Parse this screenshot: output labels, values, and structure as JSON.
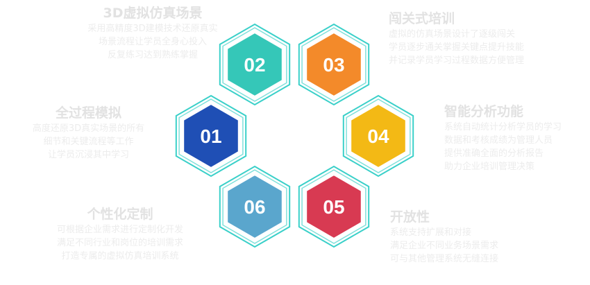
{
  "hexagons": [
    {
      "number": "01",
      "color": "#1f4fb5",
      "ring_color": "#3ad0c9"
    },
    {
      "number": "02",
      "color": "#35c7b8",
      "ring_color": "#3ad0c9"
    },
    {
      "number": "03",
      "color": "#f38a2a",
      "ring_color": "#3ad0c9"
    },
    {
      "number": "04",
      "color": "#f3b915",
      "ring_color": "#3ad0c9"
    },
    {
      "number": "05",
      "color": "#d83a52",
      "ring_color": "#3ad0c9"
    },
    {
      "number": "06",
      "color": "#5aa6cd",
      "ring_color": "#3ad0c9"
    }
  ],
  "blocks": {
    "b01": {
      "title": "全过程模拟",
      "desc": [
        "高度还原3D真实场景的所有",
        "细节和关键流程等工作",
        "让学员沉浸其中学习"
      ]
    },
    "b02": {
      "title": "3D虚拟仿真场景",
      "desc": [
        "采用高精度3D建模技术还原真实",
        "场景流程让学员全身心投入",
        "反复练习达到熟练掌握"
      ]
    },
    "b03": {
      "title": "闯关式培训",
      "desc": [
        "虚拟的仿真场景设计了逐级闯关",
        "学员逐步通关掌握关键点提升技能",
        "并记录学员学习过程数据方便管理"
      ]
    },
    "b04": {
      "title": "智能分析功能",
      "desc": [
        "系统自动统计分析学员的学习",
        "数据和考核成绩为管理人员",
        "提供准确全面的分析报告",
        "助力企业培训管理决策"
      ]
    },
    "b05": {
      "title": "开放性",
      "desc": [
        "系统支持扩展和对接",
        "满足企业不同业务场景需求",
        "可与其他管理系统无缝连接"
      ]
    },
    "b06": {
      "title": "个性化定制",
      "desc": [
        "可根据企业需求进行定制化开发",
        "满足不同行业和岗位的培训需求",
        "打造专属的虚拟仿真培训系统"
      ]
    }
  }
}
